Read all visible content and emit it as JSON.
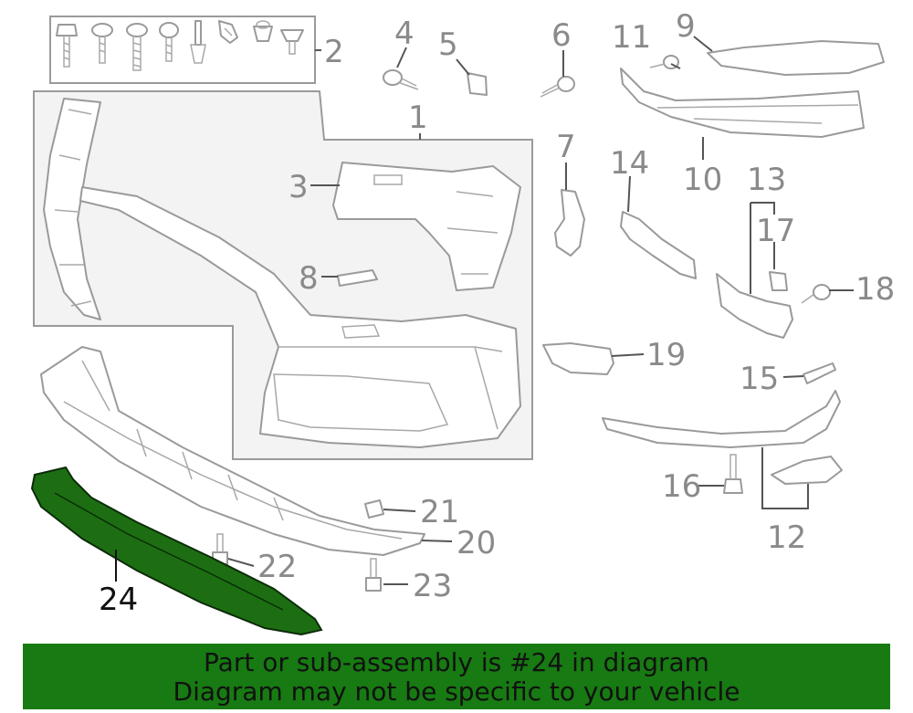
{
  "callouts": {
    "n1": "1",
    "n2": "2",
    "n3": "3",
    "n4": "4",
    "n5": "5",
    "n6": "6",
    "n7": "7",
    "n8": "8",
    "n9": "9",
    "n10": "10",
    "n11": "11",
    "n12": "12",
    "n13": "13",
    "n14": "14",
    "n15": "15",
    "n16": "16",
    "n17": "17",
    "n18": "18",
    "n19": "19",
    "n20": "20",
    "n21": "21",
    "n22": "22",
    "n23": "23",
    "n24": "24"
  },
  "highlighted_part": "24",
  "colors": {
    "highlight_fill": "#1d6e13",
    "banner_background": "#177a12",
    "line_gray": "#9a9a9a",
    "panel_gray": "#f3f3f3"
  },
  "banner": {
    "line1": "Part or sub-assembly is #24 in diagram",
    "line2": "Diagram may not be specific to your vehicle"
  }
}
